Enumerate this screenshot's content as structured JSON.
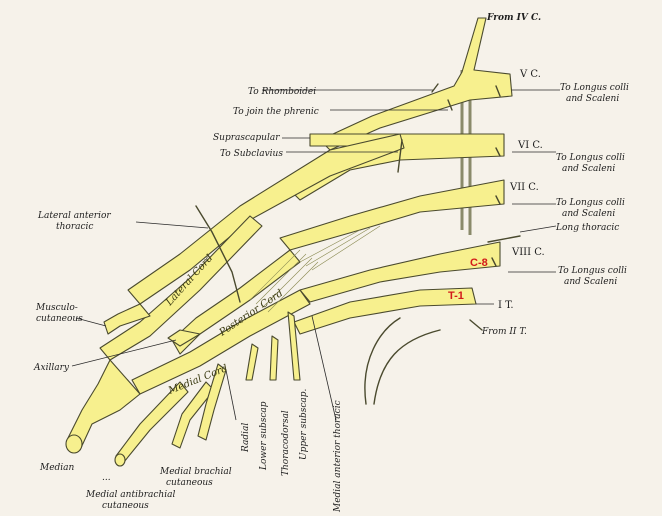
{
  "labels": {
    "from_iv_c": "From IV C.",
    "v_c": "V C.",
    "to_rhomboidei": "To Rhomboidei",
    "to_join_phrenic": "To join the phrenic",
    "longus_colli_1a": "To Longus colli",
    "longus_colli_1b": "and Scaleni",
    "suprascapular": "Suprascapular",
    "to_subclavius": "To Subclavius",
    "vi_c": "VI C.",
    "longus_colli_2a": "To Longus colli",
    "longus_colli_2b": "and Scaleni",
    "vii_c": "VII C.",
    "longus_colli_3a": "To Longus colli",
    "longus_colli_3b": "and Scaleni",
    "lateral_anterior_thoracic_a": "Lateral anterior",
    "lateral_anterior_thoracic_b": "thoracic",
    "long_thoracic": "Long thoracic",
    "viii_c": "VIII C.",
    "longus_colli_4a": "To Longus colli",
    "longus_colli_4b": "and Scaleni",
    "c8": "C-8",
    "t1": "T-1",
    "i_t": "I T.",
    "from_ii_t": "From II T.",
    "musculocutaneous_a": "Musculo-",
    "musculocutaneous_b": "cutaneous",
    "axillary": "Axillary",
    "lateral_cord": "Lateral Cord",
    "posterior_cord": "Posterior Cord",
    "medial_cord": "Medial Cord",
    "median": "Median",
    "medial_antibrachial_a": "Medial antibrachial",
    "medial_antibrachial_b": "cutaneous",
    "medial_brachial_a": "Medial brachial",
    "medial_brachial_b": "cutaneous",
    "radial": "Radial",
    "lower_subscap": "Lower subscap",
    "thoracodorsal": "Thoracodorsal",
    "upper_subscap": "Upper subscap.",
    "medial_anterior_thoracic": "Medial anterior thoracic",
    "ellipsis": "..."
  },
  "colors": {
    "nerve_fill": "#f7f08e",
    "outline": "#4a4a2e",
    "root_label": "#d21a1a",
    "background": "#f6f2ea"
  }
}
